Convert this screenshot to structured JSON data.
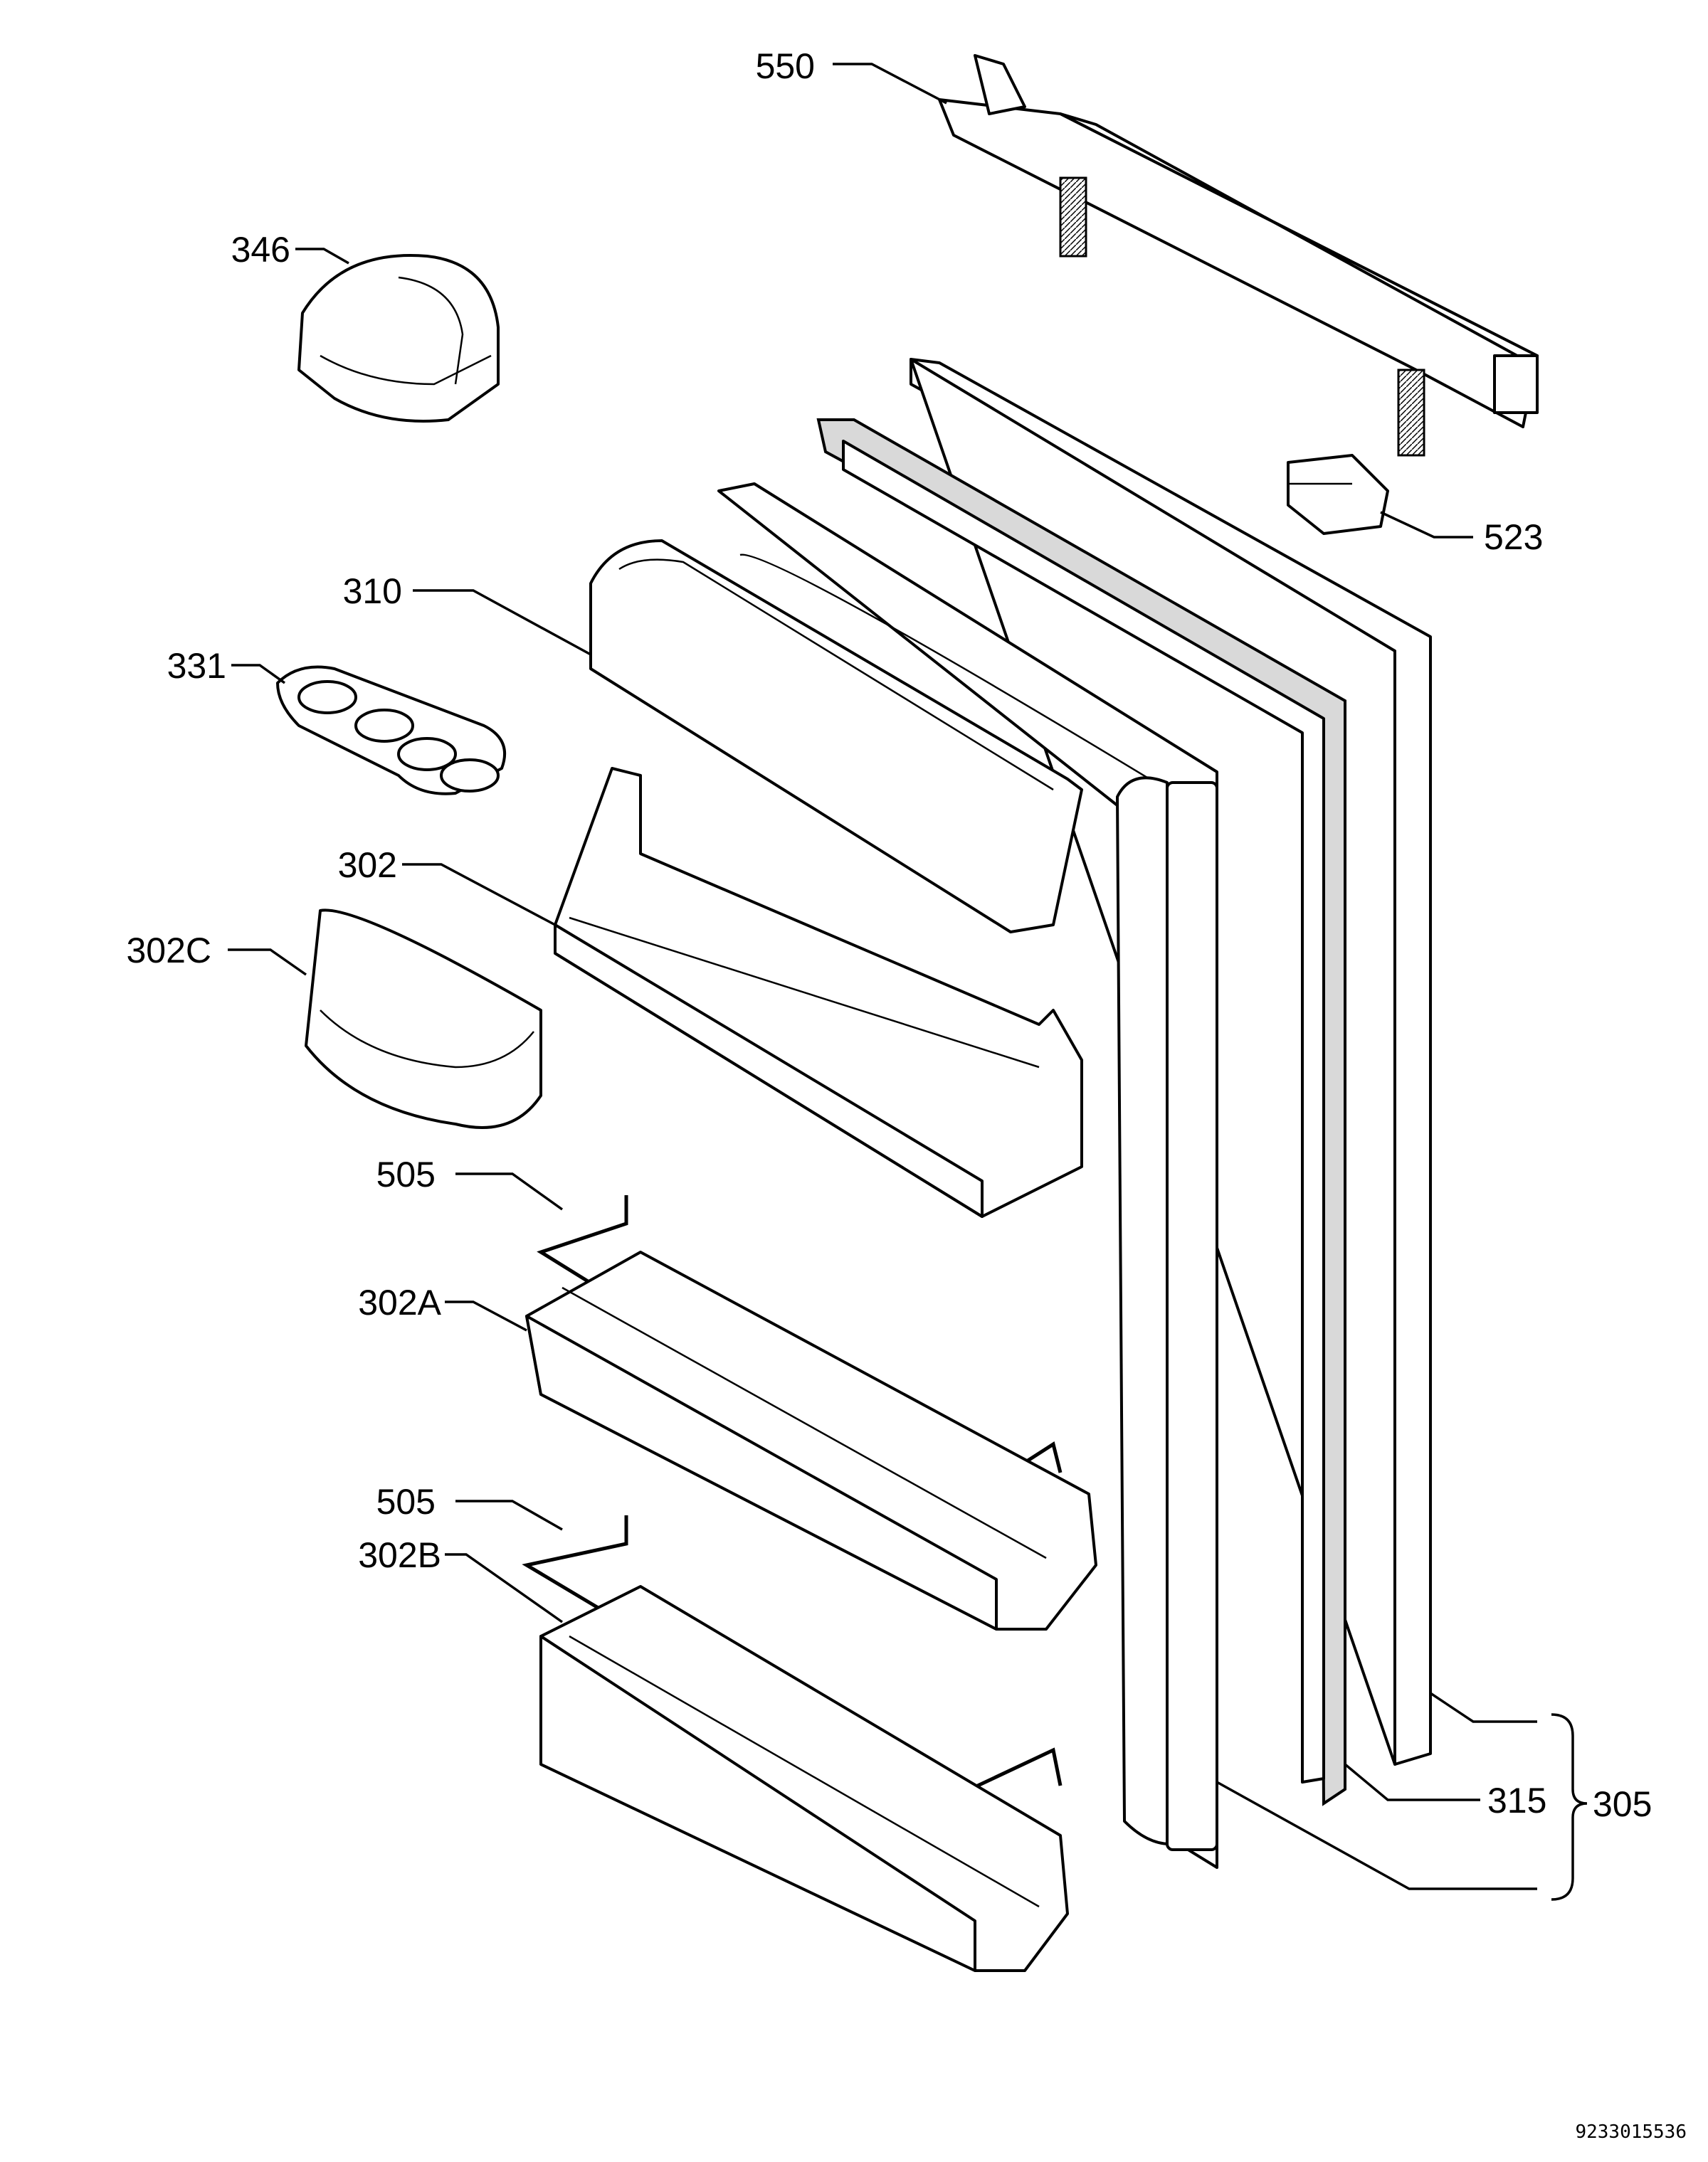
{
  "labels": {
    "l550": "550",
    "l346": "346",
    "l523": "523",
    "l310": "310",
    "l331": "331",
    "l302": "302",
    "l302c": "302C",
    "l505a": "505",
    "l302a": "302A",
    "l505b": "505",
    "l302b": "302B",
    "l315": "315",
    "l305": "305"
  },
  "doc_id": "9233015536",
  "colors": {
    "line": "#000000",
    "background": "#ffffff",
    "gasket_fill": "#d9d9d9"
  }
}
